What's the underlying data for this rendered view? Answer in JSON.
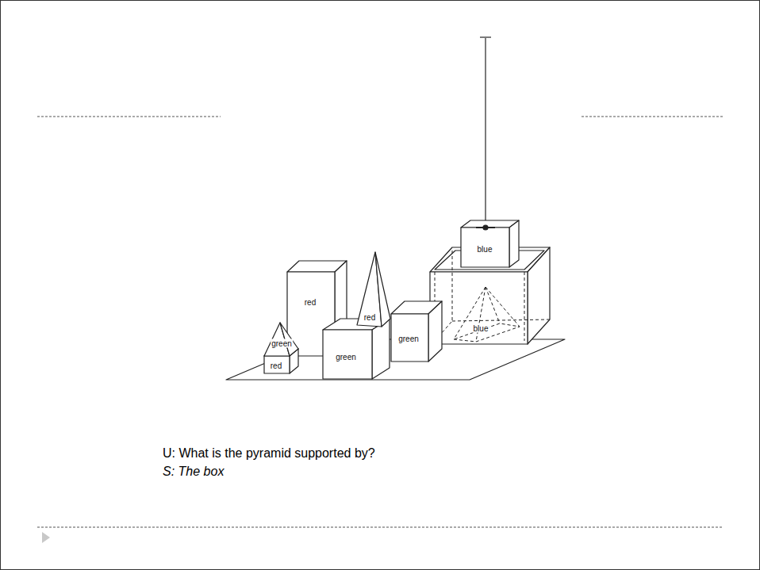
{
  "diagram": {
    "labels": [
      "blue",
      "red",
      "red",
      "green",
      "red",
      "green",
      "green",
      "blue",
      "U: What is the pyramid supported by?",
      "S: The box"
    ]
  }
}
